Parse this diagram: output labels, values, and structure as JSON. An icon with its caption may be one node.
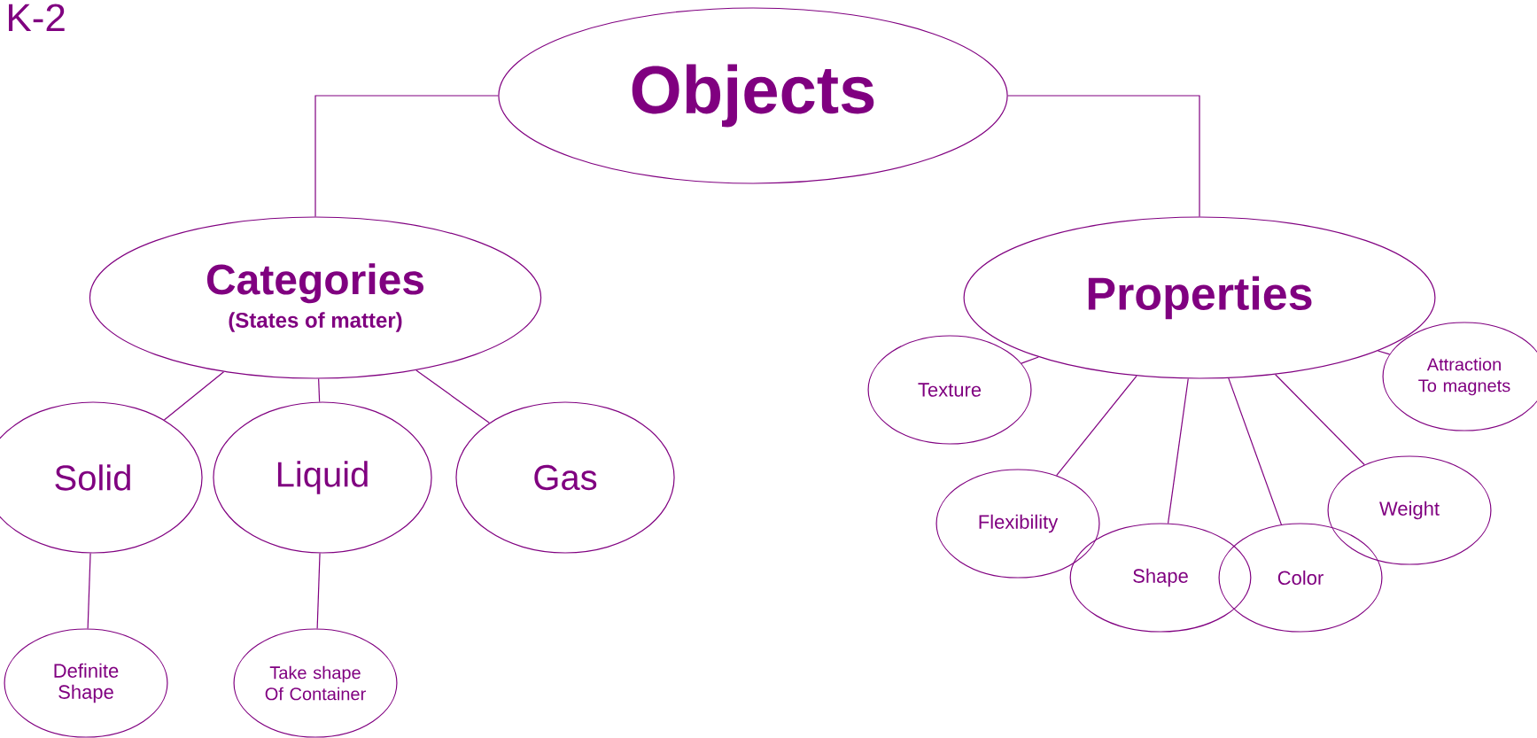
{
  "diagram": {
    "nodes": [
      {
        "text": [
          "Objects"
        ]
      },
      {
        "text": [
          "Categories",
          "(States of matter)"
        ]
      },
      {
        "text": [
          "Properties"
        ]
      },
      {
        "text": [
          "Solid"
        ]
      },
      {
        "text": [
          "Liquid"
        ]
      },
      {
        "text": [
          "Gas"
        ]
      },
      {
        "text": [
          "Definite Shape"
        ]
      },
      {
        "text": [
          "Take shape Of Container"
        ]
      },
      {
        "text": [
          "Texture"
        ]
      },
      {
        "text": [
          "Flexibility"
        ]
      },
      {
        "text": [
          "Shape"
        ]
      },
      {
        "text": [
          "Color"
        ]
      },
      {
        "text": [
          "Weight"
        ]
      },
      {
        "text": [
          "Attraction To magnets"
        ]
      }
    ],
    "edges": [
      {
        "from": 0,
        "to": 1,
        "arrow": "none"
      },
      {
        "from": 0,
        "to": 2,
        "arrow": "none"
      },
      {
        "from": 1,
        "to": 3,
        "arrow": "none"
      },
      {
        "from": 1,
        "to": 4,
        "arrow": "none"
      },
      {
        "from": 1,
        "to": 5,
        "arrow": "none"
      },
      {
        "from": 3,
        "to": 6,
        "arrow": "none"
      },
      {
        "from": 4,
        "to": 7,
        "arrow": "none"
      },
      {
        "from": 2,
        "to": 8,
        "arrow": "none"
      },
      {
        "from": 2,
        "to": 9,
        "arrow": "none"
      },
      {
        "from": 2,
        "to": 10,
        "arrow": "none"
      },
      {
        "from": 2,
        "to": 11,
        "arrow": "none"
      },
      {
        "from": 2,
        "to": 12,
        "arrow": "none"
      },
      {
        "from": 2,
        "to": 13,
        "arrow": "none"
      }
    ],
    "labels": [
      "K-2"
    ]
  }
}
